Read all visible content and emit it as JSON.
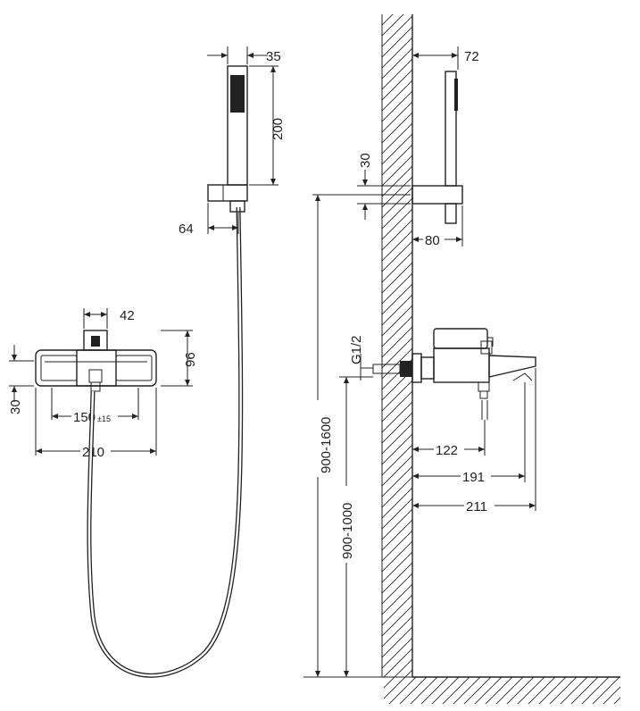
{
  "drawing": {
    "front_view": {
      "dim_width_top": "42",
      "dim_height_right": "96",
      "dim_height_left": "30",
      "dim_spacing_value": "150",
      "dim_spacing_tolerance": "±15",
      "dim_overall_width": "210"
    },
    "hand_shower": {
      "dim_head_width": "35",
      "dim_length": "200",
      "dim_holder": "64"
    },
    "side_view": {
      "dim_top_width": "72",
      "dim_bracket_height": "30",
      "dim_bracket_depth": "80",
      "thread_label": "G1/2",
      "dim_outlet_1": "122",
      "dim_outlet_2": "191",
      "dim_outlet_3": "211",
      "dim_bracket_mount_height": "900-1600",
      "dim_mixer_mount_height": "900-1000"
    }
  }
}
